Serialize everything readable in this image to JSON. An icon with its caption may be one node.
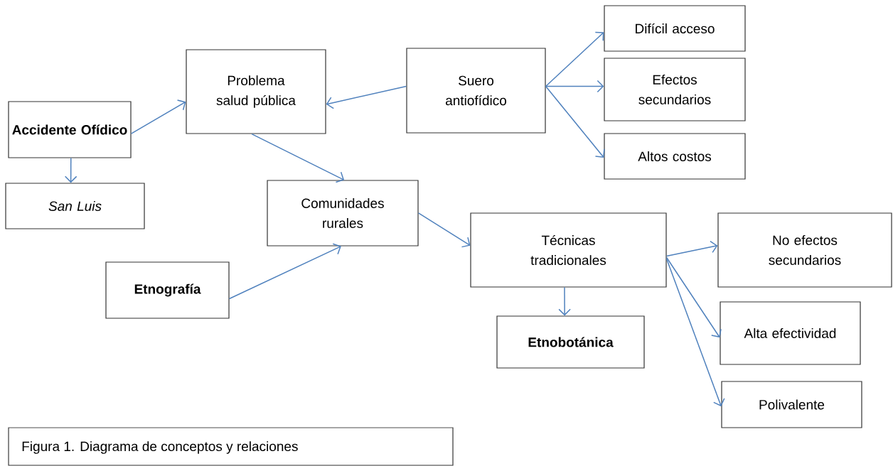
{
  "diagram": {
    "caption": "Figura 1. Diagrama de conceptos y relaciones",
    "nodes": [
      {
        "text": [
          "Accidente Ofídico"
        ]
      },
      {
        "text": [
          "San Luis"
        ]
      },
      {
        "text": [
          "Problema salud pública"
        ]
      },
      {
        "text": [
          "Suero antiofídico"
        ]
      },
      {
        "text": [
          "Difícil acceso"
        ]
      },
      {
        "text": [
          "Efectos secundarios"
        ]
      },
      {
        "text": [
          "Altos costos"
        ]
      },
      {
        "text": [
          "Comunidades rurales"
        ]
      },
      {
        "text": [
          "Etnografía"
        ]
      },
      {
        "text": [
          "Técnicas tradicionales"
        ]
      },
      {
        "text": [
          "Etnobotánica"
        ]
      },
      {
        "text": [
          "No efectos secundarios"
        ]
      },
      {
        "text": [
          "Alta efectividad"
        ]
      },
      {
        "text": [
          "Polivalente"
        ]
      }
    ],
    "edges": [
      {
        "from": 0,
        "to": 2,
        "arrow": "to"
      },
      {
        "from": 0,
        "to": 1,
        "arrow": "to"
      },
      {
        "from": 3,
        "to": 2,
        "arrow": "to"
      },
      {
        "from": 3,
        "to": 4,
        "arrow": "to"
      },
      {
        "from": 3,
        "to": 5,
        "arrow": "to"
      },
      {
        "from": 3,
        "to": 6,
        "arrow": "to"
      },
      {
        "from": 2,
        "to": 7,
        "arrow": "to"
      },
      {
        "from": 8,
        "to": 7,
        "arrow": "to"
      },
      {
        "from": 7,
        "to": 9,
        "arrow": "to"
      },
      {
        "from": 9,
        "to": 10,
        "arrow": "to"
      },
      {
        "from": 9,
        "to": 11,
        "arrow": "to"
      },
      {
        "from": 9,
        "to": 12,
        "arrow": "to"
      },
      {
        "from": 9,
        "to": 13,
        "arrow": "to"
      }
    ]
  }
}
